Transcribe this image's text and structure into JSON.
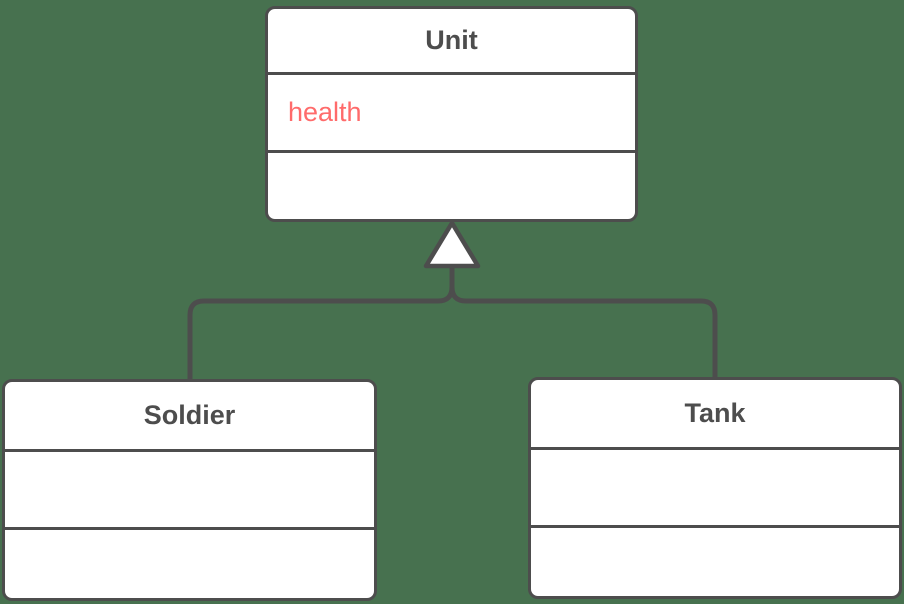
{
  "diagram": {
    "type": "uml-class-diagram",
    "canvas": {
      "background_color": "#47714F",
      "line_color": "#4D4D4D",
      "node_fill_color": "#FFFFFF",
      "title_text_color": "#4D4D4D",
      "attribute_text_color": "#FF6B6B"
    },
    "classes": [
      {
        "name": "Unit",
        "attributes": [
          "health"
        ],
        "methods": []
      },
      {
        "name": "Soldier",
        "attributes": [],
        "methods": []
      },
      {
        "name": "Tank",
        "attributes": [],
        "methods": []
      }
    ],
    "relationships": [
      {
        "type": "inheritance",
        "from": "Soldier",
        "to": "Unit"
      },
      {
        "type": "inheritance",
        "from": "Tank",
        "to": "Unit"
      }
    ]
  }
}
